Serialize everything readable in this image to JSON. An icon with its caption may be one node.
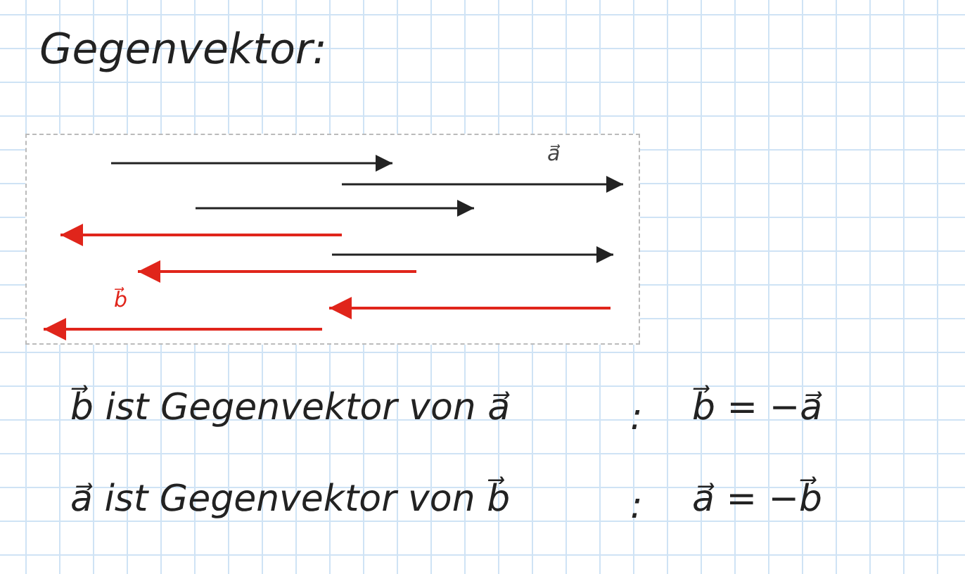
{
  "diagram": {
    "title": "Gegenvektor:",
    "labels": [
      "a⃗",
      "b⃗",
      "b⃗ ist Gegenvektor von a⃗",
      ":",
      "b⃗ = −a⃗",
      "a⃗ ist Gegenvektor von b⃗",
      ":",
      "a⃗ = −b⃗"
    ]
  }
}
